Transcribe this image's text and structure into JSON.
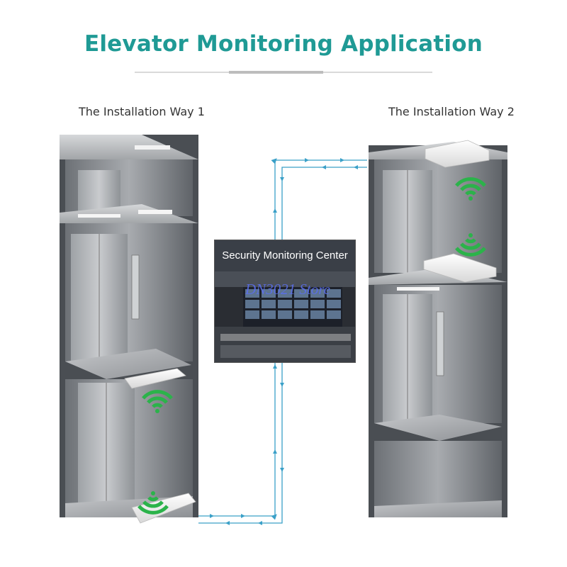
{
  "header": {
    "title": "Elevator Monitoring Application"
  },
  "installations": [
    {
      "label": "The Installation Way 1"
    },
    {
      "label": "The Installation Way 2"
    }
  ],
  "monitoring_center": {
    "label": "Security Monitoring Center"
  },
  "watermark": "DN3021 Store",
  "colors": {
    "title": "#1f9a95",
    "signal": "#2bb34a",
    "flow_line": "#3aa0c8",
    "elevator_wall": "#8c9094"
  }
}
